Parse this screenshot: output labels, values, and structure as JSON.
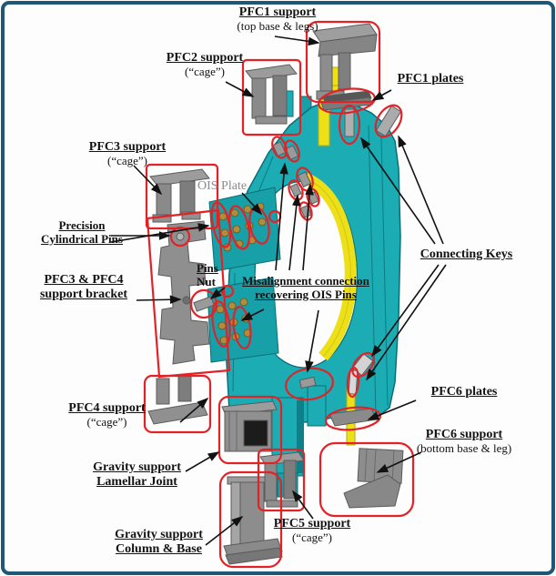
{
  "figure": {
    "title_hint": "Exploded CAD diagram of PFC support structures",
    "labels": {
      "pfc1_support": {
        "title": "PFC1 support",
        "subtitle": "(top base & legs)"
      },
      "pfc2_support": {
        "title": "PFC2 support",
        "subtitle": "(“cage”)"
      },
      "pfc1_plates": {
        "title": "PFC1 plates"
      },
      "pfc3_support": {
        "title": "PFC3 support",
        "subtitle": "(“cage”)"
      },
      "ois_plate": {
        "title": "OIS Plate"
      },
      "precision_pins": {
        "line1": "Precision",
        "line2": "Cylindrical Pins"
      },
      "pfc34_bracket": {
        "line1": "PFC3 & PFC4",
        "line2": "support bracket"
      },
      "pins_nut": {
        "line1": "Pins",
        "line2": "Nut"
      },
      "misalignment": {
        "line1": "Misalignment connection",
        "line2": "recovering OIS Pins"
      },
      "connecting_keys": {
        "title": "Connecting Keys"
      },
      "pfc4_support": {
        "title": "PFC4 support",
        "subtitle": "(“cage”)"
      },
      "pfc6_plates": {
        "title": "PFC6 plates"
      },
      "pfc6_support": {
        "title": "PFC6 support",
        "subtitle": "(bottom base & leg)"
      },
      "gravity_lamellar": {
        "line1": "Gravity support",
        "line2": "Lamellar Joint"
      },
      "gravity_column": {
        "line1": "Gravity support",
        "line2": "Column & Base"
      },
      "pfc5_support": {
        "title": "PFC5 support",
        "subtitle": "(“cage”)"
      }
    },
    "colors": {
      "frame_border": "#1F5876",
      "structure_teal": "#1CACB4",
      "structure_teal_dark": "#0B6E76",
      "accent_yellow": "#EDE018",
      "annotation_red": "#E32227",
      "component_gray": "#8F8F8F",
      "pin_bronze": "#B08C3C",
      "label_black": "#121212",
      "ois_label_gray": "#8C8C8C"
    }
  }
}
